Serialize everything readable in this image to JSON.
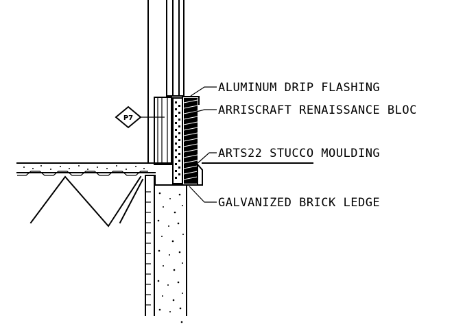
{
  "callouts": [
    {
      "id": "drip",
      "text": "ALUMINUM DRIP FLASHING"
    },
    {
      "id": "bloc",
      "text": "ARRISCRAFT RENAISSANCE BLOC"
    },
    {
      "id": "moulding",
      "text": "ARTS22 STUCCO MOULDING"
    },
    {
      "id": "ledge",
      "text": "GALVANIZED BRICK LEDGE"
    }
  ],
  "tag": {
    "text": "P7"
  }
}
